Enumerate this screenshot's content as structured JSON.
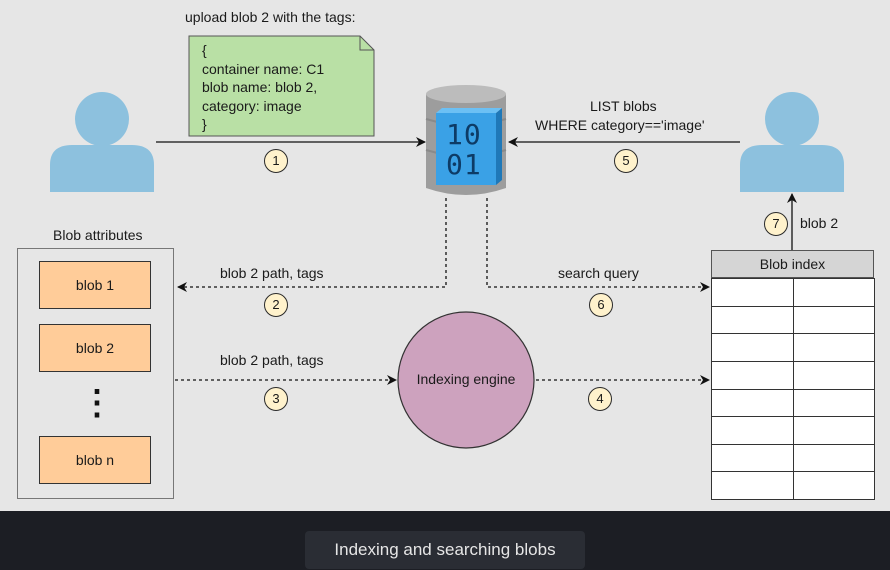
{
  "upload": {
    "title": "upload blob 2 with the tags:",
    "note_lines": [
      "{",
      "container name: C1",
      "blob name: blob 2,",
      "category: image",
      "}"
    ]
  },
  "database": {
    "digits_top": "10",
    "digits_bottom": "01"
  },
  "list_query": {
    "line1": "LIST blobs",
    "line2": "WHERE category=='image'"
  },
  "blob_attributes": {
    "title": "Blob attributes",
    "items": [
      "blob 1",
      "blob 2",
      "blob n"
    ],
    "ellipsis": "⋮"
  },
  "engine": {
    "label": "Indexing engine"
  },
  "blob_index": {
    "title": "Blob index",
    "rows": 8
  },
  "edges": {
    "e2_label": "blob 2 path, tags",
    "e3_label": "blob 2 path, tags",
    "e6_label": "search query",
    "e7_label": "blob 2"
  },
  "steps": [
    "1",
    "2",
    "3",
    "4",
    "5",
    "6",
    "7"
  ],
  "colors": {
    "person": "#8dc1de",
    "note_fill": "#b9e0a5",
    "blob_fill": "#ffcc99",
    "engine_fill": "#cda2be",
    "step_fill": "#fff2cc",
    "db_body": "#a9a9a9",
    "db_screen": "#3aa1e6"
  },
  "caption": "Indexing and searching blobs"
}
